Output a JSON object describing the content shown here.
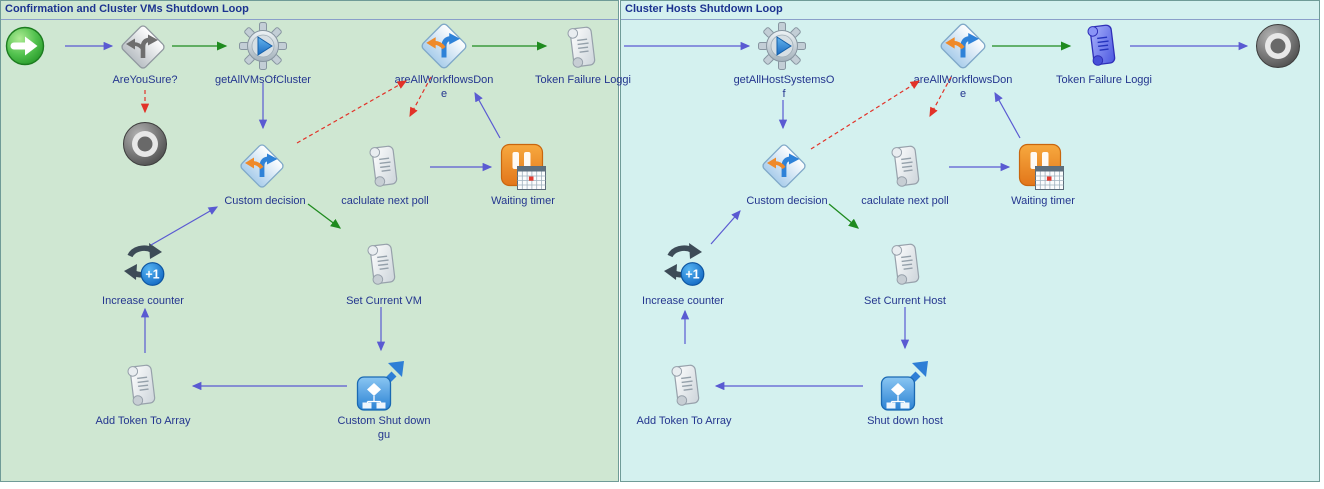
{
  "regions": [
    {
      "title": "Confirmation and Cluster VMs Shutdown Loop",
      "nodes": {
        "areyousure": {
          "label": "AreYouSure?"
        },
        "get_all_vms": {
          "label": "getAllVMsOfCluster"
        },
        "are_all_workflows_done": {
          "label": "areAllWorkflowsDon",
          "label2": "e"
        },
        "token_failure_logging": {
          "label": "Token Failure Loggi"
        },
        "custom_decision": {
          "label": "Custom decision"
        },
        "calculate_next_poll": {
          "label": "caclulate next poll"
        },
        "waiting_timer": {
          "label": "Waiting timer"
        },
        "increase_counter": {
          "label": "Increase counter"
        },
        "set_current_vm": {
          "label": "Set Current VM"
        },
        "add_token_to_array": {
          "label": "Add Token To Array"
        },
        "custom_shutdown": {
          "label": "Custom Shut down",
          "label2": "gu"
        }
      }
    },
    {
      "title": "Cluster Hosts Shutdown Loop",
      "nodes": {
        "get_all_hosts": {
          "label": "getAllHostSystemsO",
          "label2": "f"
        },
        "are_all_workflows_done": {
          "label": "areAllWorkflowsDon",
          "label2": "e"
        },
        "token_failure_logging": {
          "label": "Token Failure Loggi"
        },
        "custom_decision": {
          "label": "Custom decision"
        },
        "calculate_next_poll": {
          "label": "caclulate next poll"
        },
        "waiting_timer": {
          "label": "Waiting timer"
        },
        "increase_counter": {
          "label": "Increase counter"
        },
        "set_current_host": {
          "label": "Set Current Host"
        },
        "add_token_to_array": {
          "label": "Add Token To Array"
        },
        "shutdown_host": {
          "label": "Shut down host"
        }
      }
    }
  ],
  "icons": {
    "increase_counter_badge": "+1"
  },
  "colors": {
    "region_left_bg": "#cfe7d2",
    "region_right_bg": "#d4f1ef",
    "region_border": "#6f9b97",
    "title_text": "#1c3390",
    "label_text": "#24368f",
    "edge_blue": "#5a5ad2",
    "edge_green": "#1f8b1f",
    "edge_red": "#e23228"
  }
}
